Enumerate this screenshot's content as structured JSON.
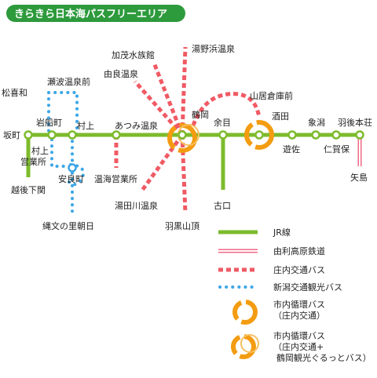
{
  "header": {
    "title": "きらきら日本海パスフリーエリア",
    "bg_color": "#2d9a3c",
    "text_color": "#ffffff"
  },
  "colors": {
    "jr": "#7dbb2c",
    "yuri": "#f06a86",
    "shonai_bus": "#f05a64",
    "niigata_bus": "#3ca6e6",
    "loop": "#f39c12",
    "station_stroke": "#7dbb2c"
  },
  "stations": {
    "sakamachi": "坂町",
    "iwafune": "岩船町",
    "murakami": "村上",
    "atsumi": "あつみ温泉",
    "tsuruoka": "鶴岡",
    "amarume": "余目",
    "sakata": "酒田",
    "kisakata": "象潟",
    "ugohonjo": "羽後本荘",
    "echigoshimoseki": "越後下関",
    "yusa": "遊佐",
    "nikaho": "仁賀保",
    "yajima": "矢島",
    "furukuchi": "古口"
  },
  "places": {
    "matsukigawa": "松喜和",
    "senami": "瀬波温泉前",
    "murakami_eigyo": "村上\n営業所",
    "ara": "安良町",
    "jomon": "縄文の里朝日",
    "kamo": "加茂水族館",
    "yunohama": "湯野浜温泉",
    "yura": "由良温泉",
    "sankyo": "山居倉庫前",
    "onkai": "温海営業所",
    "yudagawa": "湯田川温泉",
    "hagurosan": "羽黒山頂"
  },
  "legend": {
    "items": [
      {
        "icon": "jr-line-icon",
        "label": "JR線"
      },
      {
        "icon": "yuri-railway-icon",
        "label": "由利高原鉄道"
      },
      {
        "icon": "shonai-bus-icon",
        "label": "庄内交通バス"
      },
      {
        "icon": "niigata-bus-icon",
        "label": "新潟交通観光バス"
      },
      {
        "icon": "city-loop-icon",
        "label": "市内循環バス\n（庄内交通）"
      },
      {
        "icon": "city-loop-dual-icon",
        "label": "市内循環バス\n（庄内交通+\n　鶴岡観光ぐるっとバス）"
      }
    ]
  }
}
